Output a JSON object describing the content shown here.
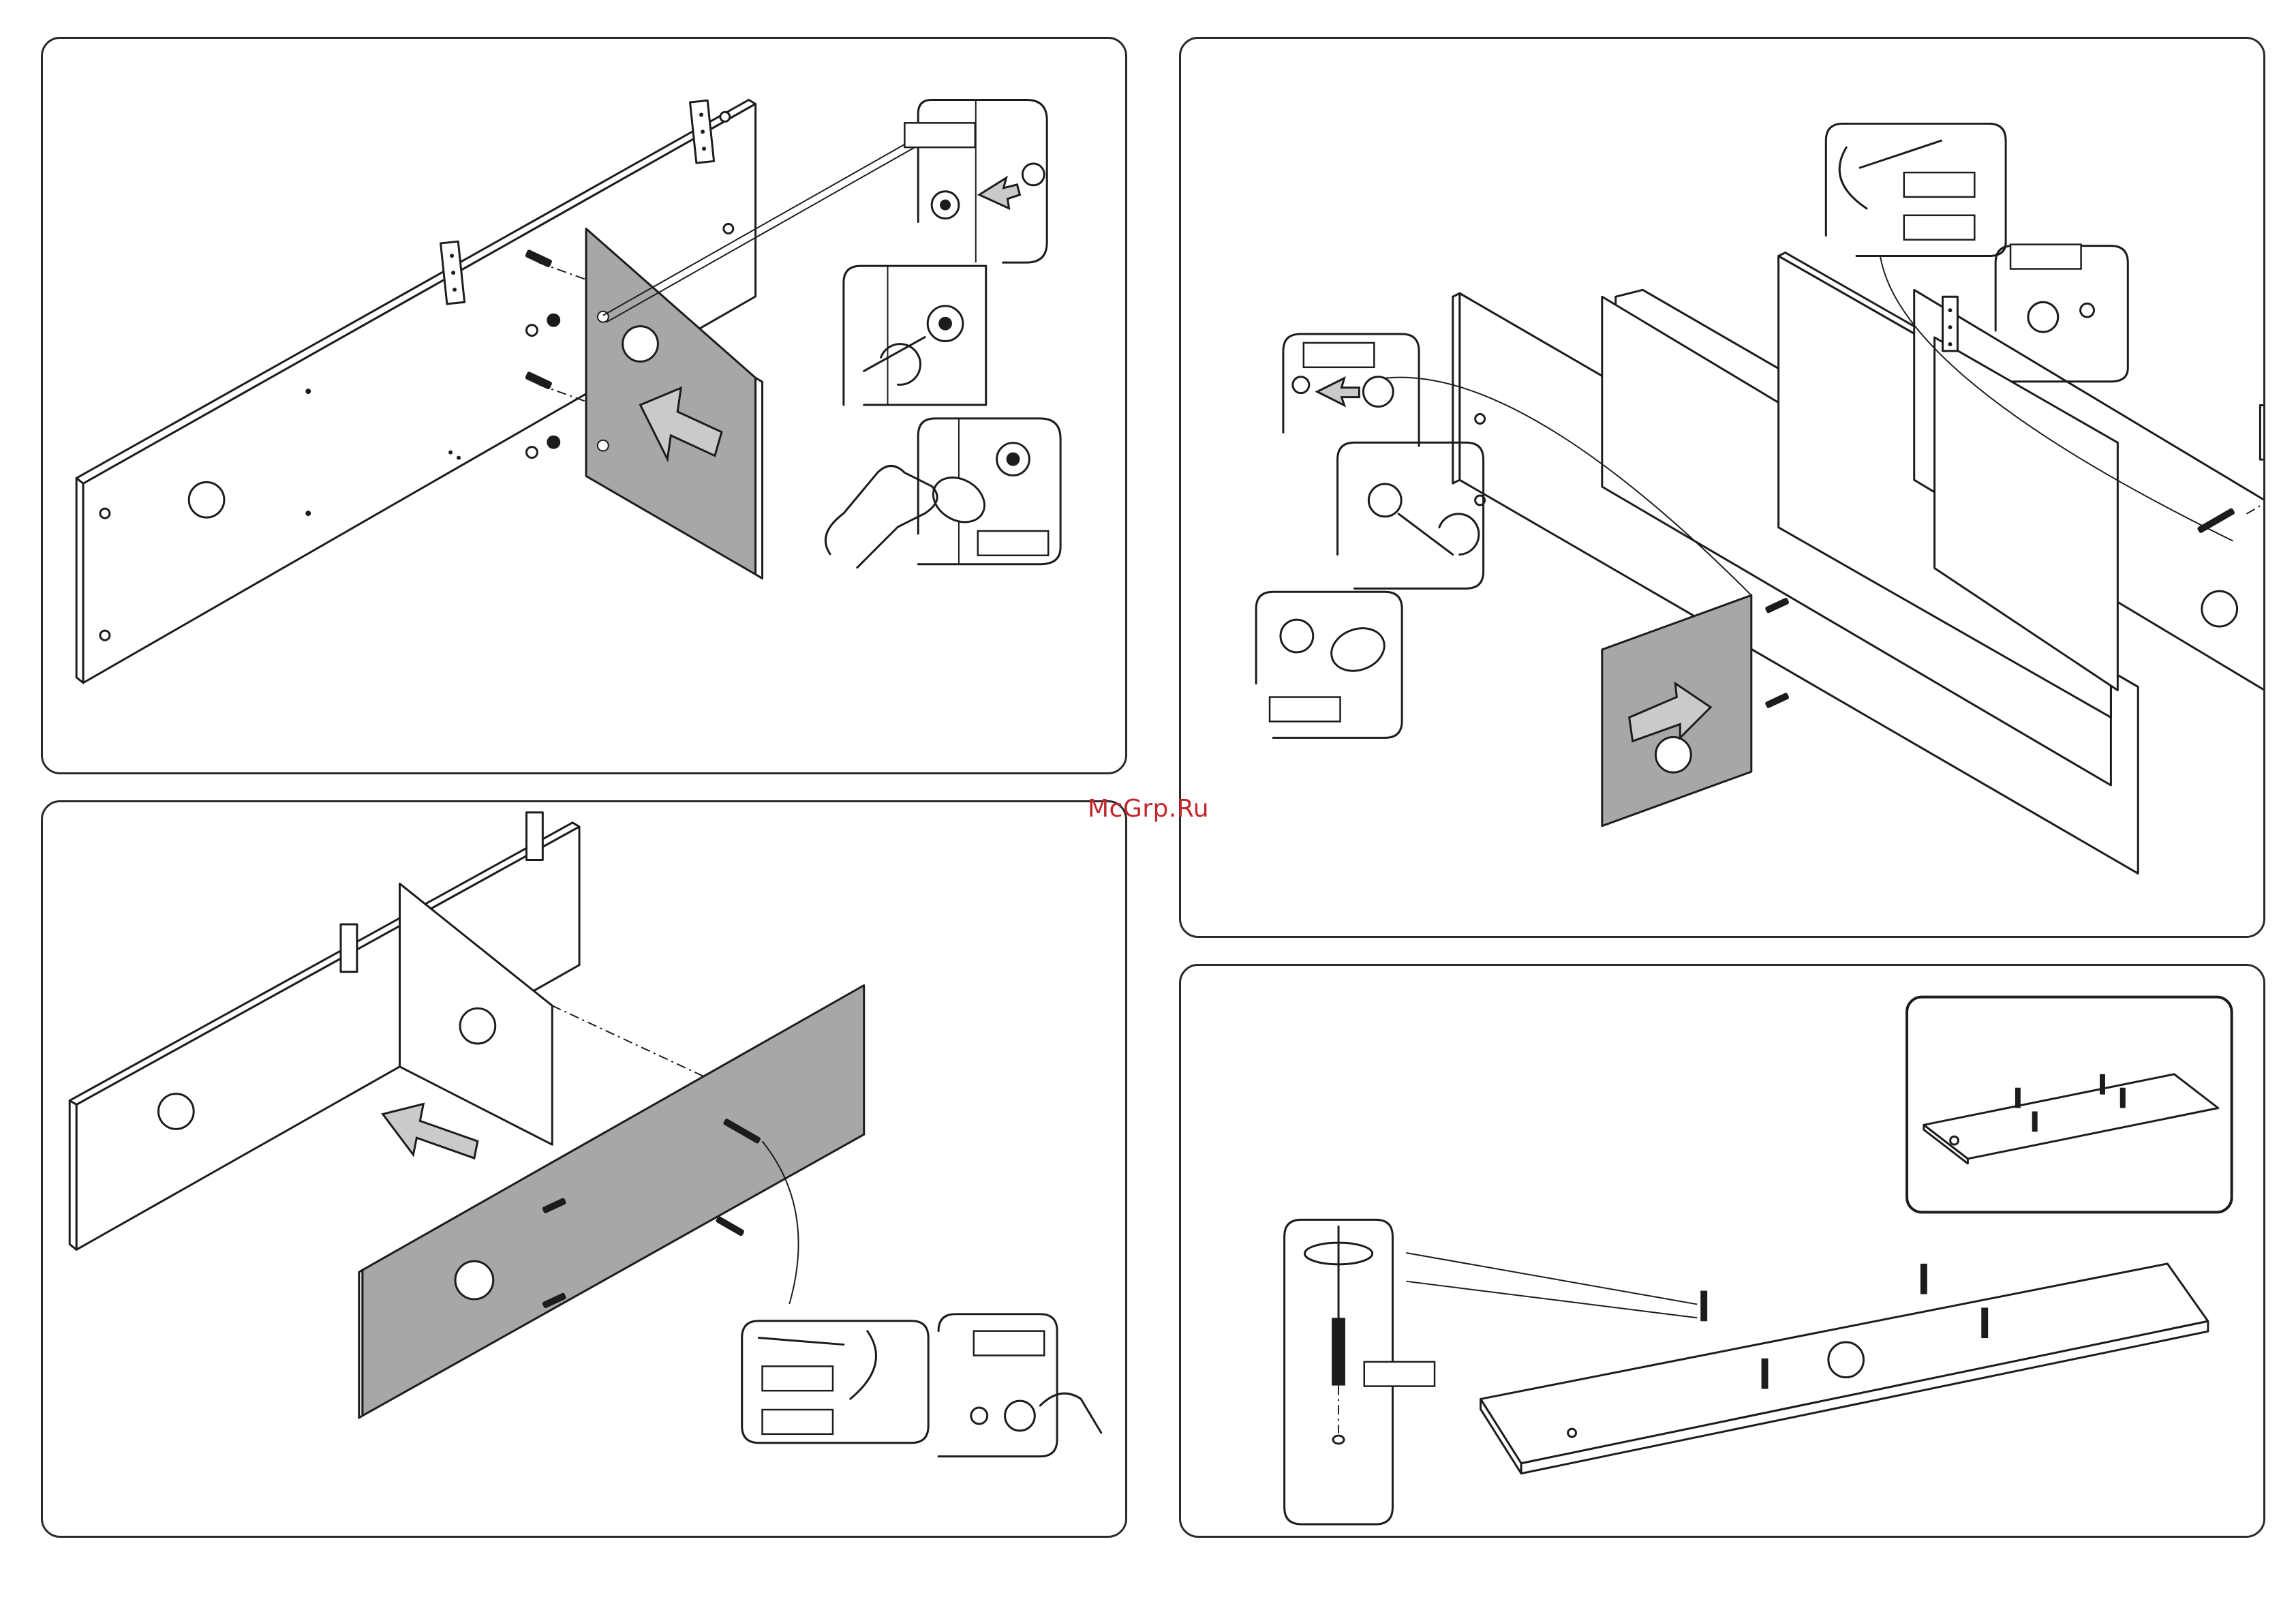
{
  "watermark": "McGrp.Ru",
  "page_number": "",
  "panels": [
    {
      "id": "step-top-left",
      "description_labels": [
        "",
        ""
      ]
    },
    {
      "id": "step-top-right",
      "description_labels": [
        "",
        ""
      ]
    },
    {
      "id": "step-bottom-left",
      "description_labels": [
        "",
        ""
      ]
    },
    {
      "id": "step-bottom-right",
      "description_labels": [
        ""
      ]
    }
  ],
  "colors": {
    "panel_border": "#2a2a2a",
    "board_grey": "#a5a7a8",
    "arrow_grey": "#c9cacb",
    "watermark_red": "#c0262c"
  },
  "icons": [
    "cam-lock-icon",
    "screwdriver-icon",
    "hand-icon",
    "dowel-icon",
    "hex-key-icon",
    "screw-icon",
    "cap-icon",
    "hinge-icon"
  ]
}
